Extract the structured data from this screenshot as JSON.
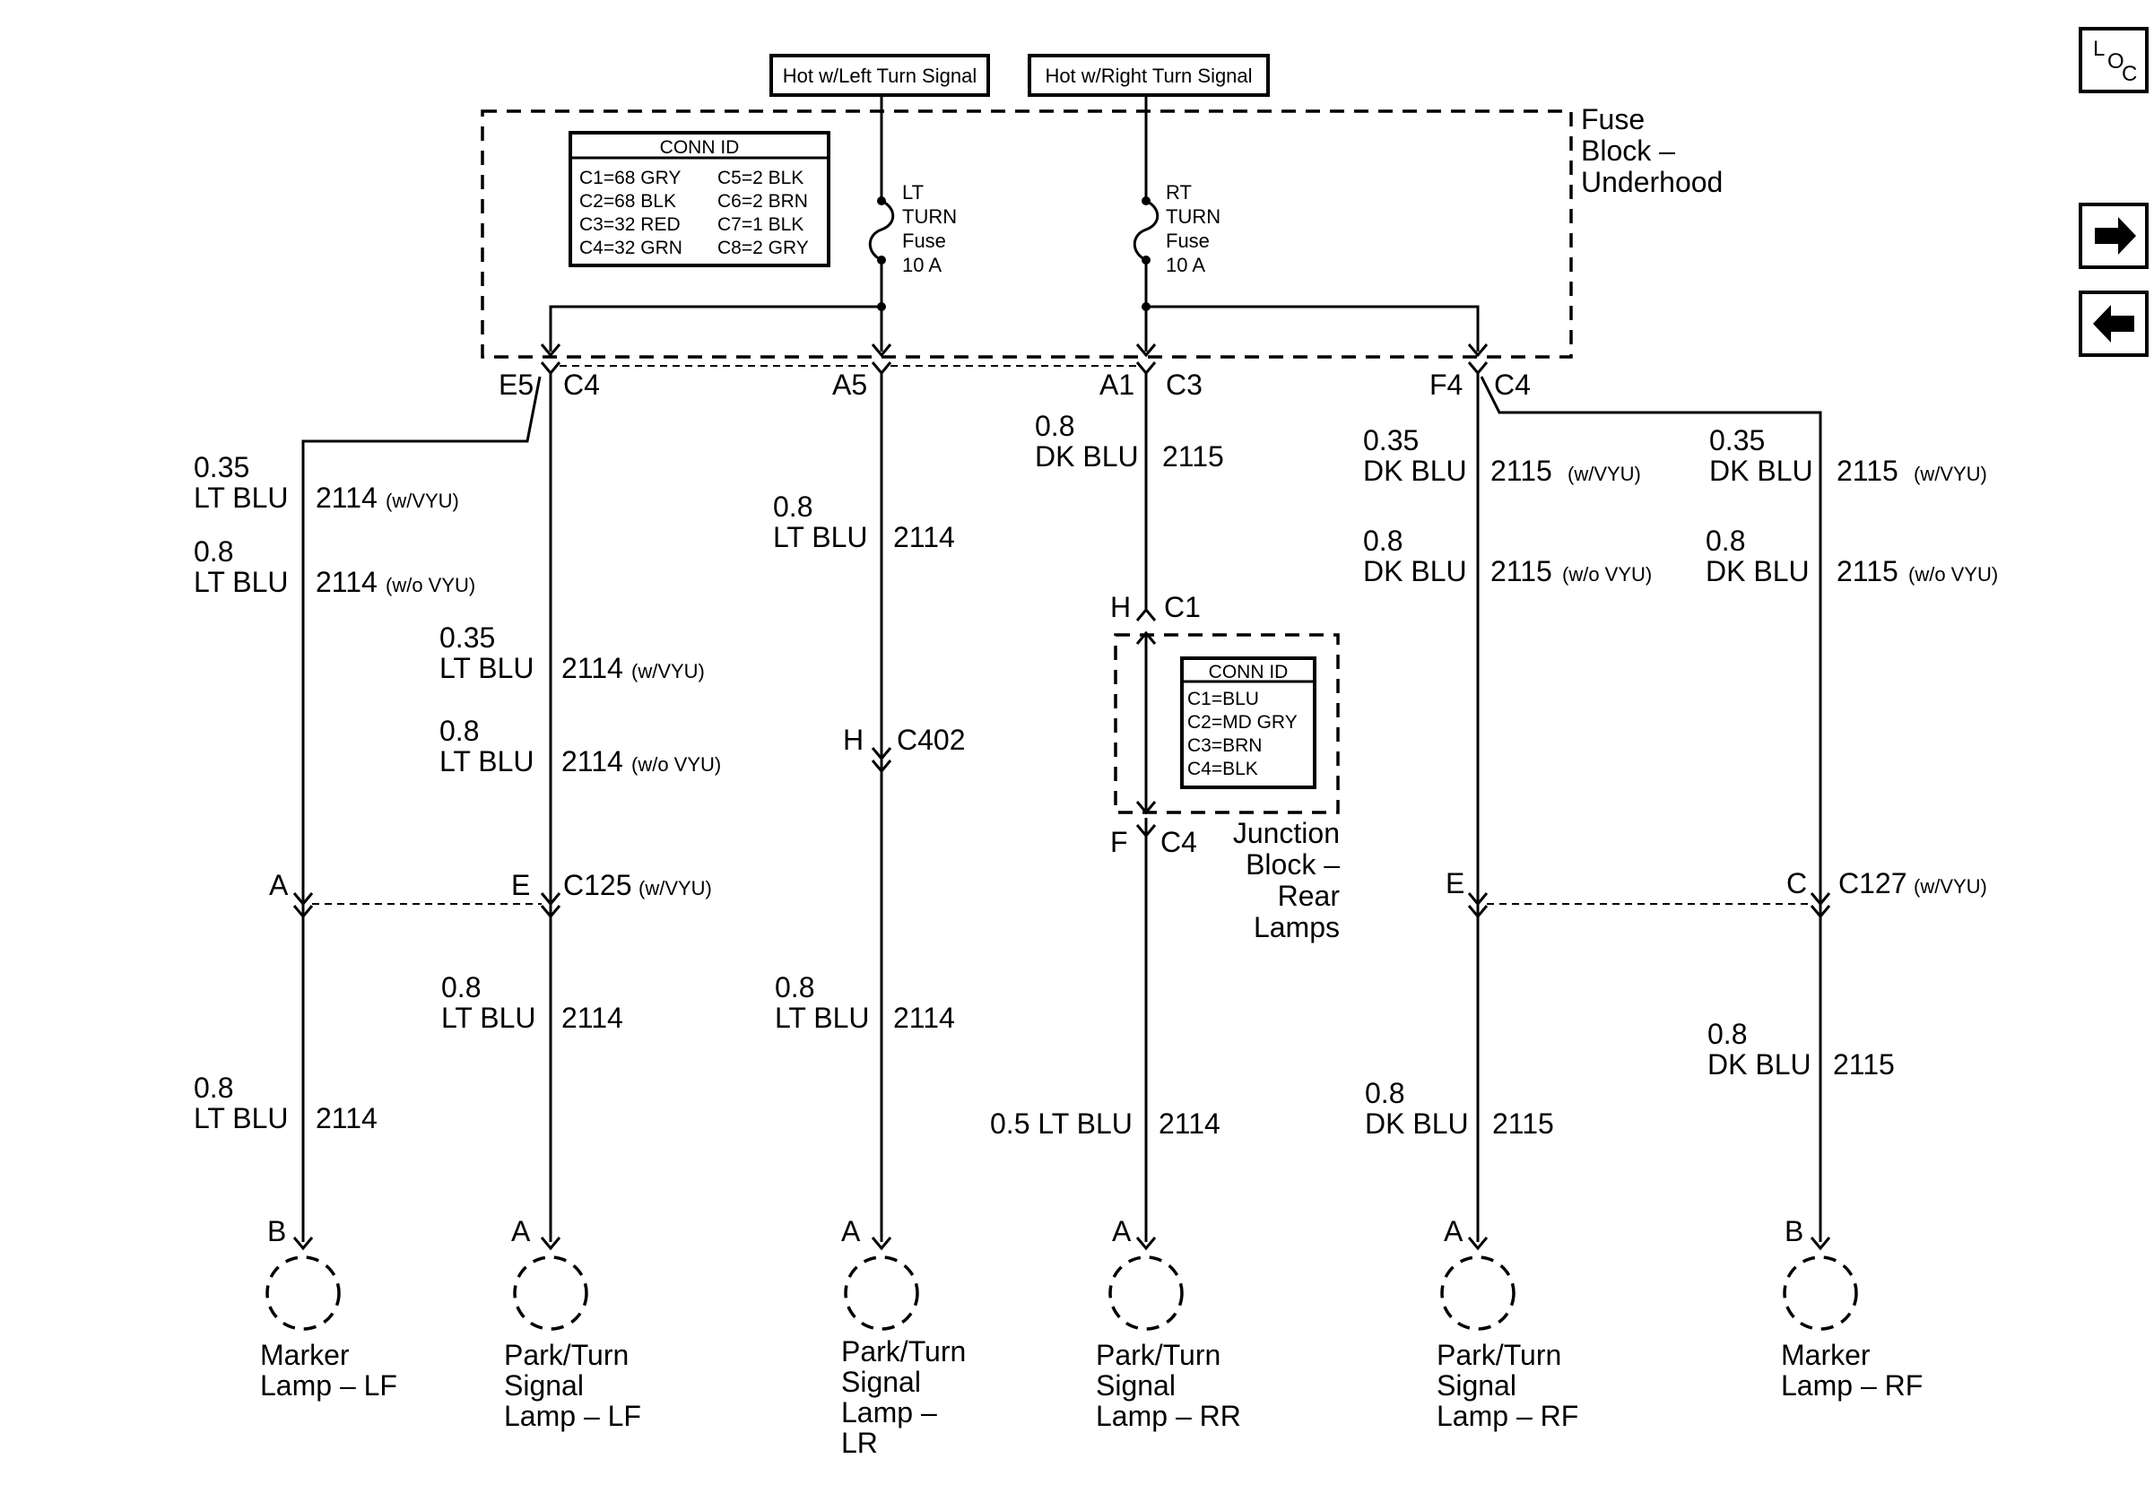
{
  "top_boxes": {
    "left": "Hot w/Left Turn Signal",
    "right": "Hot w/Right Turn Signal"
  },
  "fuse_block": {
    "name": [
      "Fuse",
      "Block –",
      "Underhood"
    ],
    "conn_id": {
      "title": "CONN ID",
      "left": [
        "C1=68 GRY",
        "C2=68 BLK",
        "C3=32 RED",
        "C4=32 GRN"
      ],
      "right": [
        "C5=2 BLK",
        "C6=2 BRN",
        "C7=1 BLK",
        "C8=2 GRY"
      ]
    },
    "lt_fuse": [
      "LT",
      "TURN",
      "Fuse",
      "10 A"
    ],
    "rt_fuse": [
      "RT",
      "TURN",
      "Fuse",
      "10 A"
    ]
  },
  "junction_block": {
    "name": [
      "Junction",
      "Block –",
      "Rear",
      "Lamps"
    ],
    "conn_id": {
      "title": "CONN ID",
      "items": [
        "C1=BLU",
        "C2=MD GRY",
        "C3=BRN",
        "C4=BLK"
      ]
    }
  },
  "terminals": {
    "e5": "E5",
    "c4_left": "C4",
    "a5": "A5",
    "a1": "A1",
    "c3": "C3",
    "f4": "F4",
    "c4_right": "C4",
    "h_c1": "H",
    "c1": "C1",
    "f_c4": "F",
    "c4_jb": "C4",
    "h_c402": "H",
    "c402": "C402",
    "a_c125": "A",
    "e_c125": "E",
    "c125": "C125",
    "c125_opt": "(w/VYU)",
    "e_c127": "E",
    "c_c127": "C",
    "c127": "C127",
    "c127_opt": "(w/VYU)"
  },
  "wires": {
    "w1": {
      "size": "0.35",
      "color": "LT BLU",
      "circuit": "2114",
      "opt": "(w/VYU)"
    },
    "w2": {
      "size": "0.8",
      "color": "LT BLU",
      "circuit": "2114",
      "opt": "(w/o VYU)"
    },
    "w3": {
      "size": "0.35",
      "color": "LT BLU",
      "circuit": "2114",
      "opt": "(w/VYU)"
    },
    "w4": {
      "size": "0.8",
      "color": "LT BLU",
      "circuit": "2114",
      "opt": "(w/o VYU)"
    },
    "w5": {
      "size": "0.8",
      "color": "LT BLU",
      "circuit": "2114"
    },
    "w6": {
      "size": "0.8",
      "color": "DK BLU",
      "circuit": "2115"
    },
    "w7": {
      "size": "0.35",
      "color": "DK BLU",
      "circuit": "2115",
      "opt": "(w/VYU)"
    },
    "w8": {
      "size": "0.8",
      "color": "DK BLU",
      "circuit": "2115",
      "opt": "(w/o VYU)"
    },
    "w9": {
      "size": "0.35",
      "color": "DK BLU",
      "circuit": "2115",
      "opt": "(w/VYU)"
    },
    "w10": {
      "size": "0.8",
      "color": "DK BLU",
      "circuit": "2115",
      "opt": "(w/o VYU)"
    },
    "w11": {
      "size": "0.8",
      "color": "LT BLU",
      "circuit": "2114"
    },
    "w12": {
      "size": "0.8",
      "color": "LT BLU",
      "circuit": "2114"
    },
    "w13": {
      "size": "0.8",
      "color": "LT BLU",
      "circuit": "2114"
    },
    "w14": {
      "sizecolor": "0.5 LT BLU",
      "circuit": "2114"
    },
    "w15": {
      "size": "0.8",
      "color": "DK BLU",
      "circuit": "2115"
    },
    "w16": {
      "size": "0.8",
      "color": "DK BLU",
      "circuit": "2115"
    }
  },
  "lamps": [
    {
      "pin": "B",
      "name": [
        "Marker",
        "Lamp – LF"
      ]
    },
    {
      "pin": "A",
      "name": [
        "Park/Turn",
        "Signal",
        "Lamp – LF"
      ]
    },
    {
      "pin": "A",
      "name": [
        "Park/Turn",
        "Signal",
        "Lamp –",
        "LR"
      ]
    },
    {
      "pin": "A",
      "name": [
        "Park/Turn",
        "Signal",
        "Lamp – RR"
      ]
    },
    {
      "pin": "A",
      "name": [
        "Park/Turn",
        "Signal",
        "Lamp – RF"
      ]
    },
    {
      "pin": "B",
      "name": [
        "Marker",
        "Lamp – RF"
      ]
    }
  ],
  "nav": {
    "loc": [
      "L",
      "O",
      "C"
    ],
    "next_icon": "arrow-right-icon",
    "prev_icon": "arrow-left-icon"
  }
}
